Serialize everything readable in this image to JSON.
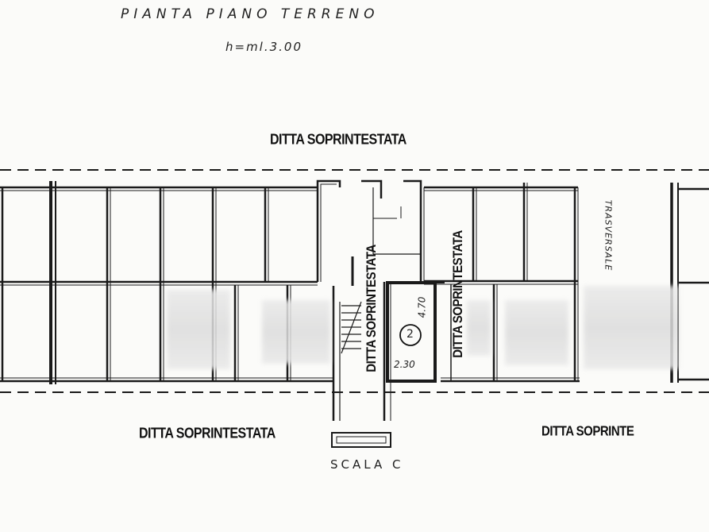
{
  "title": "PIANTA   PIANO TERRENO",
  "height_note": "h=ml.3.00",
  "labels": {
    "top": "DITTA SOPRINTESTATA",
    "bottom_left": "DITTA SOPRINTESTATA",
    "bottom_right": "DITTA SOPRINTE",
    "center_vertical": "DITTA SOPRINTESTATA",
    "right_vertical": "DITTA SOPRINTESTATA",
    "trasversale": "TRASVERSALE",
    "stair": "SCALA C"
  },
  "unit": {
    "number": "2",
    "width": "2.30",
    "depth": "4.70"
  },
  "colors": {
    "ink": "#111111",
    "paper": "#fbfbf9",
    "blur": "#dcdcdc"
  }
}
